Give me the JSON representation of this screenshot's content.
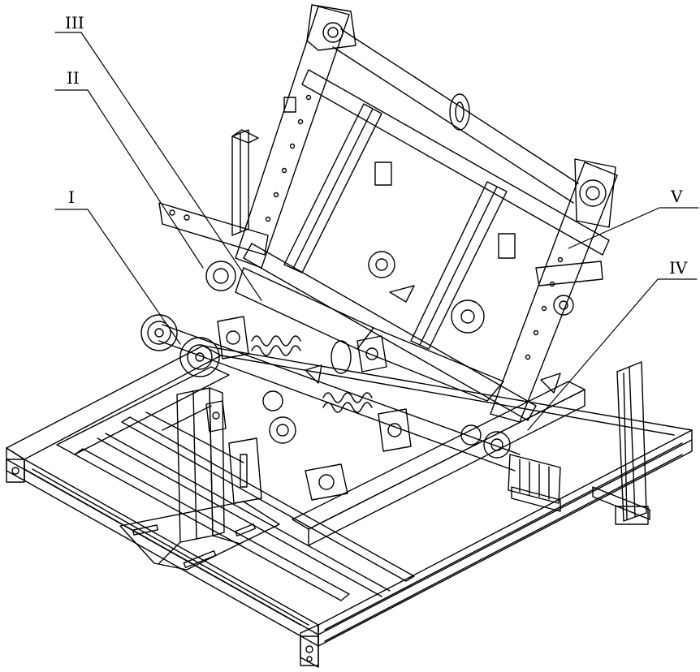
{
  "callouts": {
    "c1": "I",
    "c2": "II",
    "c3": "III",
    "c4": "IV",
    "c5": "V"
  },
  "colors": {
    "line": "#000000",
    "background": "#ffffff"
  }
}
